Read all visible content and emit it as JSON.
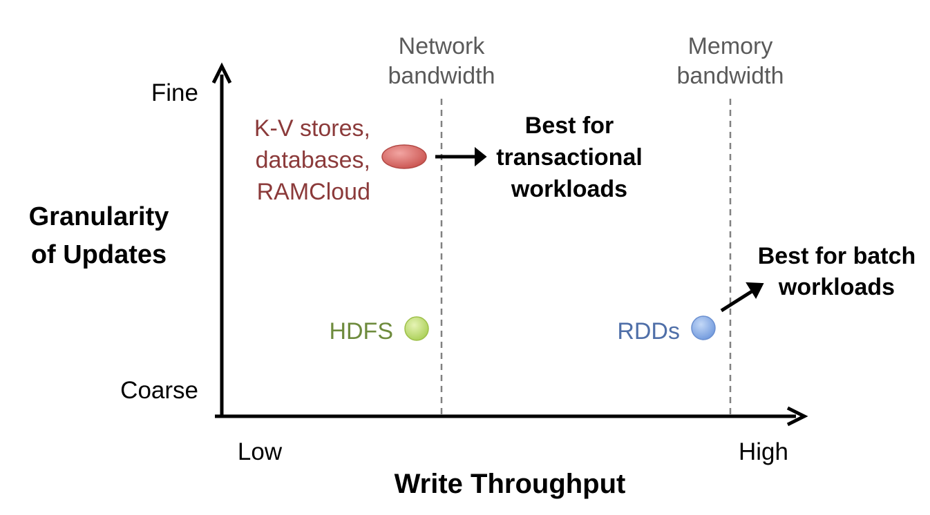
{
  "axes": {
    "y_title_line1": "Granularity",
    "y_title_line2": "of Updates",
    "y_high_label": "Fine",
    "y_low_label": "Coarse",
    "x_title": "Write Throughput",
    "x_low_label": "Low",
    "x_high_label": "High"
  },
  "thresholds": {
    "network_line1": "Network",
    "network_line2": "bandwidth",
    "memory_line1": "Memory",
    "memory_line2": "bandwidth"
  },
  "systems": {
    "kv_line1": "K-V stores,",
    "kv_line2": "databases,",
    "kv_line3": "RAMCloud",
    "hdfs": "HDFS",
    "rdds": "RDDs"
  },
  "annotations": {
    "transactional_line1": "Best for",
    "transactional_line2": "transactional",
    "transactional_line3": "workloads",
    "batch_line1": "Best for batch",
    "batch_line2": "workloads"
  },
  "colors": {
    "axis": "#000000",
    "dashed_line": "#808080",
    "threshold_text": "#5a5a5a",
    "kv_text": "#8b3a3a",
    "kv_ellipse": "#d9534f",
    "hdfs_text": "#6e8b3d",
    "hdfs_circle": "#c8e07a",
    "rdds_text": "#4f6fa8",
    "rdds_circle": "#8fb2e8"
  }
}
